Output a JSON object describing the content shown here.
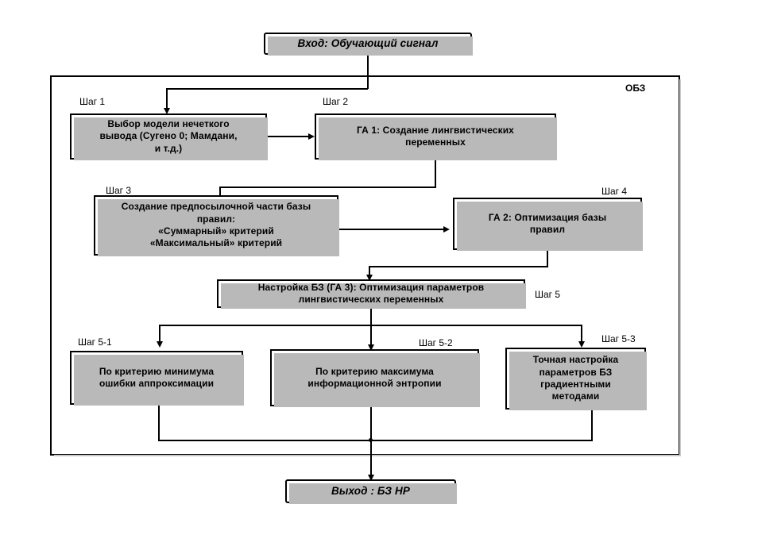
{
  "diagram": {
    "title_label": "ОБЗ",
    "input_node": {
      "text": "Вход:  Обучающий сигнал"
    },
    "output_node": {
      "text": "Выход : БЗ НР"
    },
    "steps": [
      {
        "id": "step-1",
        "step_label": "Шаг  1",
        "text": "Выбор модели нечеткого вывода (Сугено 0; Мамдани, и т.д.)"
      },
      {
        "id": "step-2",
        "step_label": "Шаг  2",
        "text": "ГА 1: Создание лингвистических переменных"
      },
      {
        "id": "step-3",
        "step_label": "Шаг  3",
        "text": "Создание предпосылочной части базы правил: «Суммарный» критерий «Максимальный» критерий"
      },
      {
        "id": "step-4",
        "step_label": "Шаг  4",
        "text": "ГА 2: Оптимизация базы правил"
      },
      {
        "id": "step-5",
        "step_label": "Шаг  5",
        "text": "Настройка БЗ (ГА 3): Оптимизация параметров лингвистических переменных"
      },
      {
        "id": "step-5-1",
        "step_label": "Шаг  5-1",
        "text": "По критерию минимума ошибки аппроксимации"
      },
      {
        "id": "step-5-2",
        "step_label": "Шаг  5-2",
        "text": "По критерию максимума информационной энтропии"
      },
      {
        "id": "step-5-3",
        "step_label": "Шаг  5-3",
        "text": "Точная настройка параметров БЗ градиентными методами"
      }
    ],
    "step_3_lines": [
      "Создание предпосылочной части базы",
      "правил:",
      "«Суммарный» критерий",
      "«Максимальный» критерий"
    ],
    "step_1_lines": [
      "Выбор модели нечеткого",
      "вывода (Сугено 0; Мамдани,",
      "и т.д.)"
    ],
    "step_2_lines": [
      "ГА 1: Создание лингвистических",
      "переменных"
    ],
    "step_4_lines": [
      "ГА 2: Оптимизация базы",
      "правил"
    ],
    "step_5_lines": [
      "Настройка БЗ (ГА 3): Оптимизация параметров",
      "лингвистических переменных"
    ],
    "step_5_1_lines": [
      "По критерию минимума",
      "ошибки аппроксимации"
    ],
    "step_5_2_lines": [
      "По критерию максимума",
      "информационной энтропии"
    ],
    "step_5_3_lines": [
      "Точная настройка",
      "параметров БЗ",
      "градиентными",
      "методами"
    ],
    "colors": {
      "line": "#000000",
      "box_fill": "#ffffff",
      "shadow": "#b9b9b9"
    }
  }
}
